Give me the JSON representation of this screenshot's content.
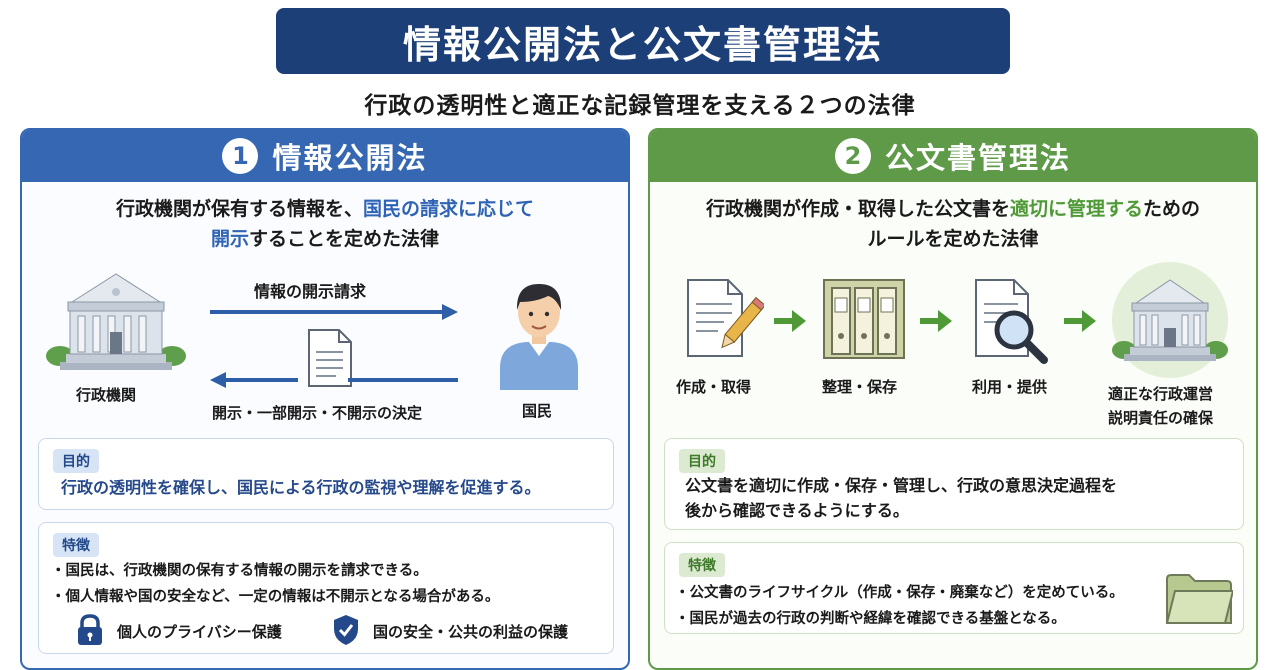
{
  "title": "情報公開法と公文書管理法",
  "subtitle": "行政の透明性と適正な記録管理を支える２つの法律",
  "left_panel": {
    "number": "1",
    "heading": "情報公開法",
    "desc_line1_a": "行政機関が保有する情報を、",
    "desc_line1_b": "国民の請求に応じて",
    "desc_line2_a": "開示",
    "desc_line2_b": "することを定めた法律",
    "agency_label": "行政機関",
    "citizen_label": "国民",
    "request_label": "情報の開示請求",
    "decision_label": "開示・一部開示・不開示の決定",
    "purpose_tag": "目的",
    "purpose_text": "行政の透明性を確保し、国民による行政の監視や理解を促進する。",
    "feature_tag": "特徴",
    "features": [
      "・国民は、行政機関の保有する情報の開示を請求できる。",
      "・個人情報や国の安全など、一定の情報は不開示となる場合がある。"
    ],
    "privacy_label": "個人のプライバシー保護",
    "security_label": "国の安全・公共の利益の保護",
    "icons": [
      "government-building-icon",
      "person-icon",
      "document-icon",
      "lock-icon",
      "shield-icon"
    ]
  },
  "right_panel": {
    "number": "2",
    "heading": "公文書管理法",
    "desc_line1_a": "行政機関が作成・取得した公文書を",
    "desc_line1_b": "適切に管理する",
    "desc_line1_c": "ための",
    "desc_line2": "ルールを定めた法律",
    "steps": [
      "作成・取得",
      "整理・保存",
      "利用・提供"
    ],
    "final_line1": "適正な行政運営",
    "final_line2": "説明責任の確保",
    "purpose_tag": "目的",
    "purpose_line1": "公文書を適切に作成・保存・管理し、行政の意思決定過程を",
    "purpose_line2": "後から確認できるようにする。",
    "feature_tag": "特徴",
    "features": [
      "・公文書のライフサイクル（作成・保存・廃棄など）を定めている。",
      "・国民が過去の行政の判断や経緯を確認できる基盤となる。"
    ],
    "icons": [
      "document-pen-icon",
      "binders-icon",
      "magnifier-icon",
      "government-building-icon",
      "folder-icon"
    ]
  },
  "colors": {
    "navy": "#1d3f78",
    "blue": "#3567b3",
    "green": "#5e9a47",
    "highlight_blue": "#2f63b5",
    "highlight_green": "#4f9a37"
  }
}
